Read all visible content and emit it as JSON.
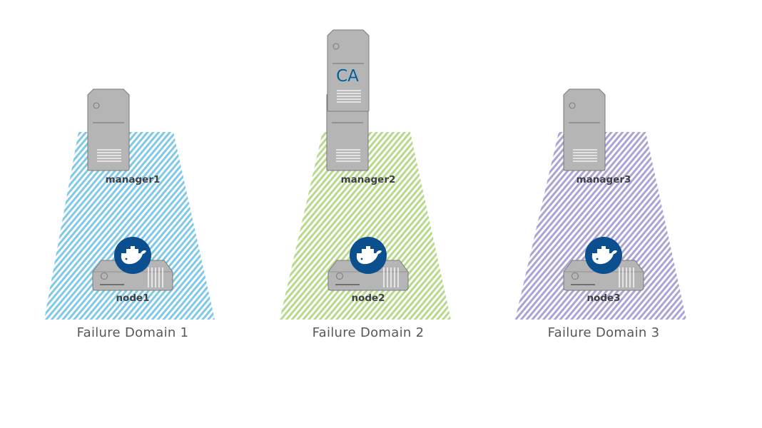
{
  "diagram": {
    "domains": [
      {
        "label": "Failure Domain 1",
        "color": "#7fc8e8",
        "manager": {
          "label": "manager1",
          "has_ca": false
        },
        "node": {
          "label": "node1",
          "badge": "docker-whale-icon"
        }
      },
      {
        "label": "Failure Domain 2",
        "color": "#b7d98c",
        "manager": {
          "label": "manager2",
          "has_ca": true,
          "ca_label": "CA"
        },
        "node": {
          "label": "node2",
          "badge": "docker-whale-icon"
        }
      },
      {
        "label": "Failure Domain 3",
        "color": "#a9a3d6",
        "manager": {
          "label": "manager3",
          "has_ca": false
        },
        "node": {
          "label": "node3",
          "badge": "docker-whale-icon"
        }
      }
    ],
    "colors": {
      "server_fill": "#b5b5b5",
      "server_stroke": "#7a7a7a",
      "docker_badge": "#0b4f8f",
      "text": "#3f3f45"
    }
  }
}
